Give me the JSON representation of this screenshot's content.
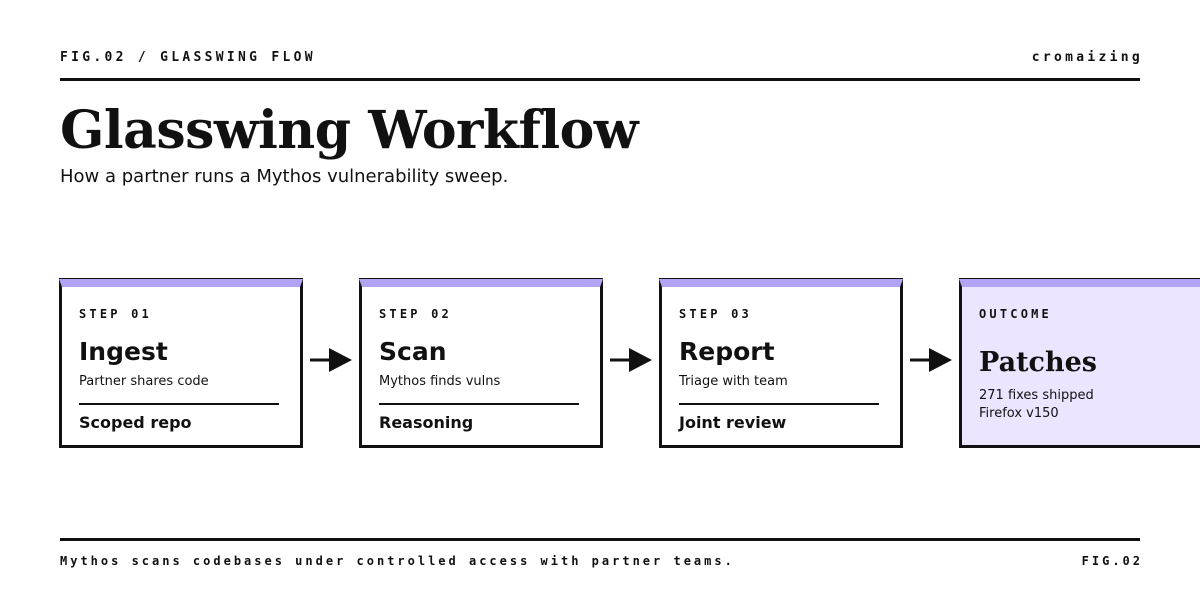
{
  "header": {
    "fig_label": "FIG.02 / GLASSWING FLOW",
    "brand": "cromaizing"
  },
  "title": "Glasswing Workflow",
  "subtitle": "How a partner runs a Mythos vulnerability sweep.",
  "steps": [
    {
      "step": "STEP 01",
      "name": "Ingest",
      "desc": "Partner shares code",
      "tag": "Scoped repo"
    },
    {
      "step": "STEP 02",
      "name": "Scan",
      "desc": "Mythos finds vulns",
      "tag": "Reasoning"
    },
    {
      "step": "STEP 03",
      "name": "Report",
      "desc": "Triage with team",
      "tag": "Joint review"
    }
  ],
  "outcome": {
    "step": "OUTCOME",
    "name": "Patches",
    "line1": "271 fixes shipped",
    "line2": "Firefox v150"
  },
  "footer": {
    "text": "Mythos scans codebases under controlled access with partner teams.",
    "fig": "FIG.02"
  },
  "colors": {
    "accent": "#b2a3f5",
    "outcome_fill": "#ebe5ff",
    "ink": "#111111"
  },
  "icons": {
    "connector": "arrow-right-icon"
  }
}
